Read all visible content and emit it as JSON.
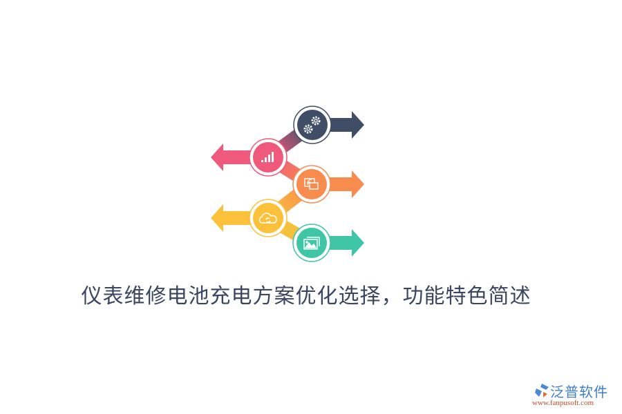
{
  "title": "仪表维修电池充电方案优化选择，功能特色简述",
  "logo": {
    "name": "泛普软件",
    "url": "www.fanpusoft.com"
  },
  "diagram": {
    "steps": [
      {
        "icon": "gears-icon",
        "direction": "right",
        "color": "#3f4e66"
      },
      {
        "icon": "bar-chart-icon",
        "direction": "left",
        "color": "#ef5a7c"
      },
      {
        "icon": "screen-cast-icon",
        "direction": "right",
        "color": "#f88b4e"
      },
      {
        "icon": "cloud-sync-icon",
        "direction": "left",
        "color": "#fcc13a"
      },
      {
        "icon": "image-gallery-icon",
        "direction": "right",
        "color": "#3fc6a7"
      }
    ]
  }
}
